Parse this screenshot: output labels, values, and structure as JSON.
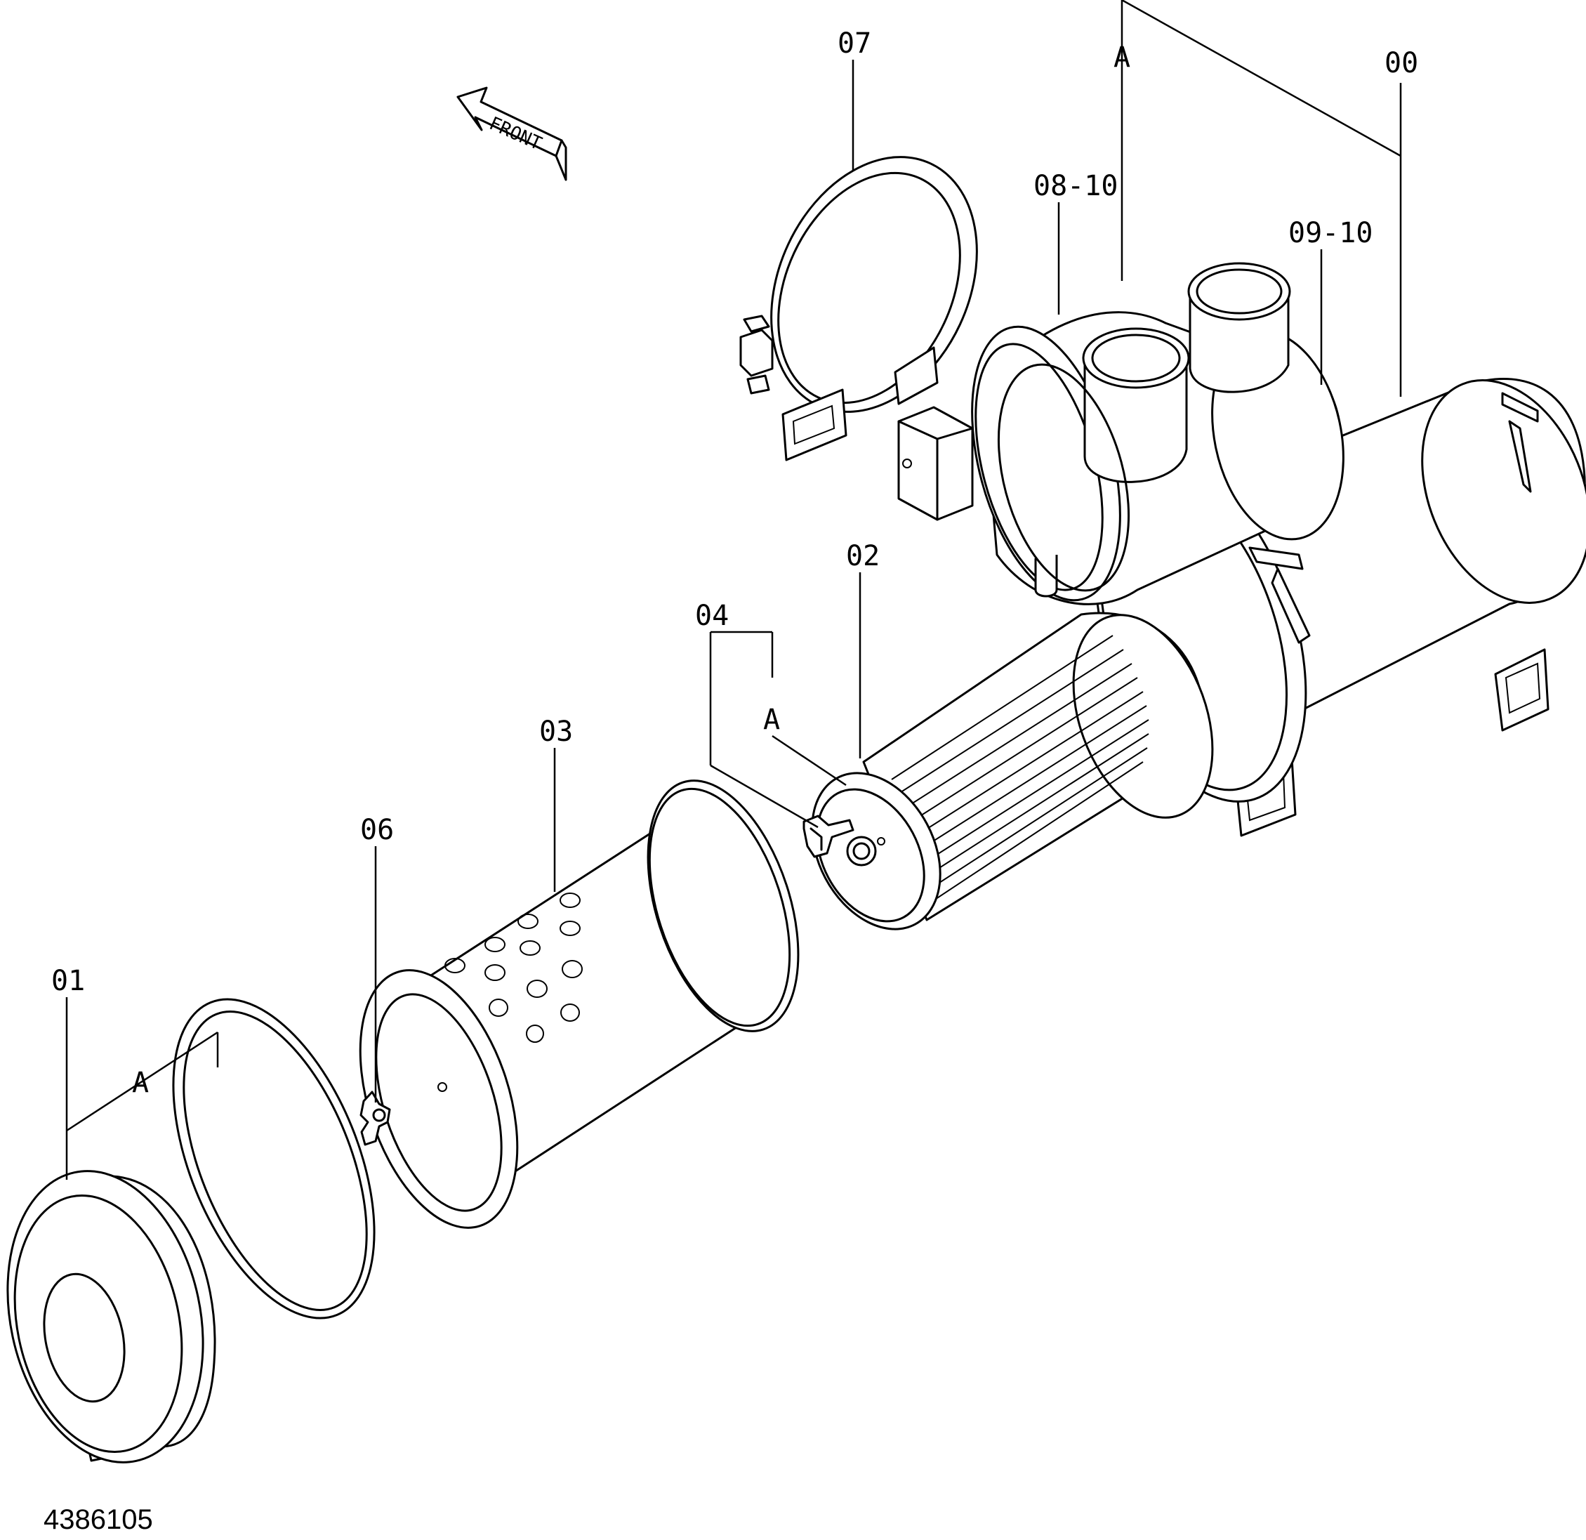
{
  "drawing_code": "4386105",
  "front_arrow": {
    "text": "FRONT"
  },
  "part_labels": {
    "p00": "00",
    "p01": "01",
    "p02": "02",
    "p03": "03",
    "p04": "04",
    "p06": "06",
    "p07": "07",
    "p08_10": "08-10",
    "p09_10": "09-10"
  },
  "group_labels": {
    "top": "A",
    "middle": "A",
    "left": "A"
  }
}
